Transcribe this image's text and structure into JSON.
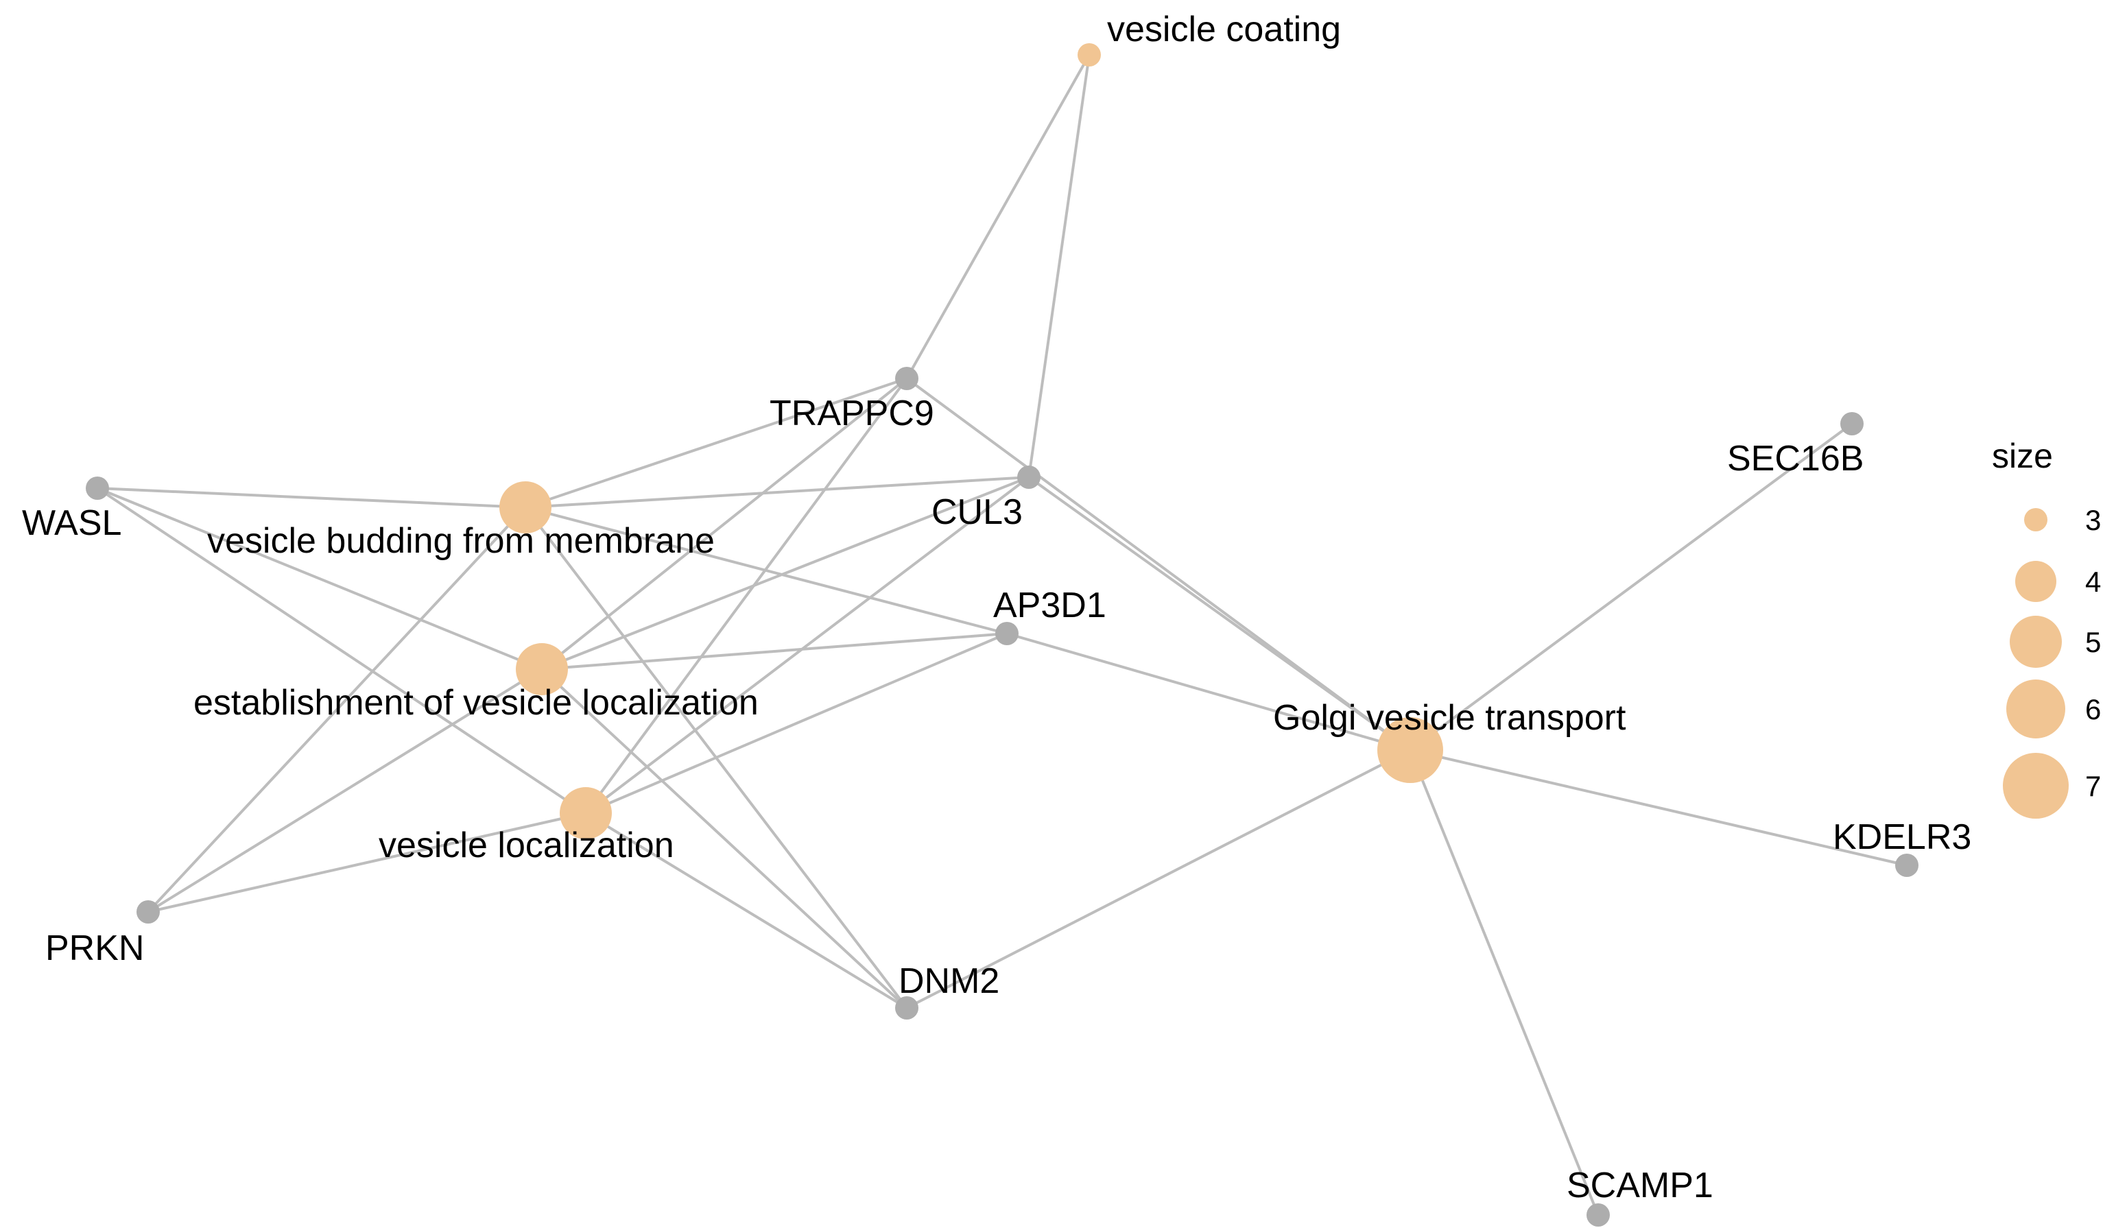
{
  "network": {
    "term_color": "#f1c593",
    "gene_color": "#adadad",
    "edge_color": "#bdbdbd",
    "terms": [
      {
        "id": "vesicle_coating",
        "label": "vesicle coating",
        "size": 3
      },
      {
        "id": "vesicle_budding",
        "label": "vesicle budding from membrane",
        "size": 5
      },
      {
        "id": "est_vesicle_loc",
        "label": "establishment of vesicle localization",
        "size": 5
      },
      {
        "id": "vesicle_loc",
        "label": "vesicle localization",
        "size": 5
      },
      {
        "id": "golgi",
        "label": "Golgi vesicle transport",
        "size": 7
      }
    ],
    "genes": [
      {
        "id": "TRAPPC9",
        "label": "TRAPPC9"
      },
      {
        "id": "CUL3",
        "label": "CUL3"
      },
      {
        "id": "AP3D1",
        "label": "AP3D1"
      },
      {
        "id": "WASL",
        "label": "WASL"
      },
      {
        "id": "PRKN",
        "label": "PRKN"
      },
      {
        "id": "DNM2",
        "label": "DNM2"
      },
      {
        "id": "SEC16B",
        "label": "SEC16B"
      },
      {
        "id": "KDELR3",
        "label": "KDELR3"
      },
      {
        "id": "SCAMP1",
        "label": "SCAMP1"
      }
    ],
    "edges": [
      [
        "vesicle_coating",
        "TRAPPC9"
      ],
      [
        "vesicle_coating",
        "CUL3"
      ],
      [
        "vesicle_budding",
        "TRAPPC9"
      ],
      [
        "vesicle_budding",
        "CUL3"
      ],
      [
        "vesicle_budding",
        "AP3D1"
      ],
      [
        "vesicle_budding",
        "WASL"
      ],
      [
        "vesicle_budding",
        "PRKN"
      ],
      [
        "vesicle_budding",
        "DNM2"
      ],
      [
        "est_vesicle_loc",
        "TRAPPC9"
      ],
      [
        "est_vesicle_loc",
        "CUL3"
      ],
      [
        "est_vesicle_loc",
        "AP3D1"
      ],
      [
        "est_vesicle_loc",
        "WASL"
      ],
      [
        "est_vesicle_loc",
        "PRKN"
      ],
      [
        "est_vesicle_loc",
        "DNM2"
      ],
      [
        "vesicle_loc",
        "TRAPPC9"
      ],
      [
        "vesicle_loc",
        "CUL3"
      ],
      [
        "vesicle_loc",
        "AP3D1"
      ],
      [
        "vesicle_loc",
        "WASL"
      ],
      [
        "vesicle_loc",
        "PRKN"
      ],
      [
        "vesicle_loc",
        "DNM2"
      ],
      [
        "golgi",
        "TRAPPC9"
      ],
      [
        "golgi",
        "CUL3"
      ],
      [
        "golgi",
        "AP3D1"
      ],
      [
        "golgi",
        "DNM2"
      ],
      [
        "golgi",
        "SEC16B"
      ],
      [
        "golgi",
        "KDELR3"
      ],
      [
        "golgi",
        "SCAMP1"
      ]
    ]
  },
  "legend": {
    "title": "size",
    "items": [
      {
        "label": "3",
        "size": 3
      },
      {
        "label": "4",
        "size": 4
      },
      {
        "label": "5",
        "size": 5
      },
      {
        "label": "6",
        "size": 6
      },
      {
        "label": "7",
        "size": 7
      }
    ]
  }
}
